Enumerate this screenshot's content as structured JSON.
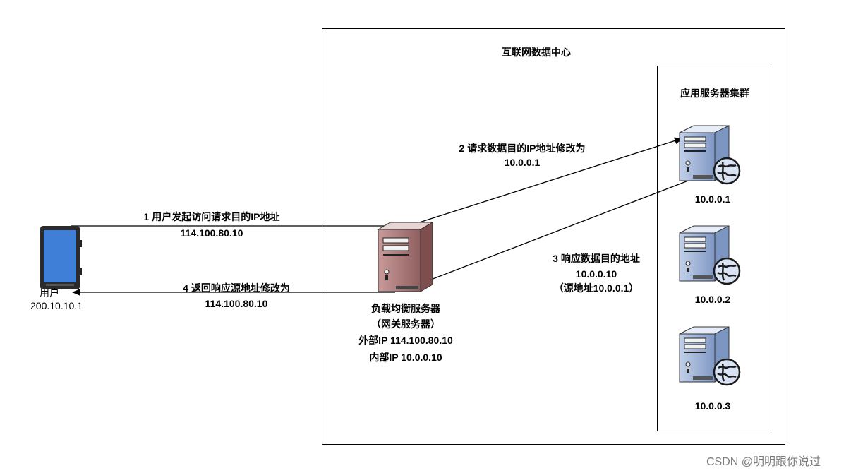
{
  "datacenter": {
    "title": "互联网数据中心"
  },
  "cluster": {
    "title": "应用服务器集群"
  },
  "user": {
    "name": "用户",
    "ip": "200.10.10.1"
  },
  "load_balancer": {
    "line1": "负载均衡服务器",
    "line2": "（网关服务器）",
    "line3": "外部IP 114.100.80.10",
    "line4": "内部IP 10.0.0.10"
  },
  "servers": [
    {
      "ip": "10.0.0.1"
    },
    {
      "ip": "10.0.0.2"
    },
    {
      "ip": "10.0.0.3"
    }
  ],
  "steps": {
    "step1": {
      "line1": "1 用户发起访问请求目的IP地址",
      "line2": "114.100.80.10"
    },
    "step2": {
      "line1": "2 请求数据目的IP地址修改为",
      "line2": "10.0.0.1"
    },
    "step3": {
      "line1": "3 响应数据目的地址",
      "line2": "10.0.0.10",
      "line3": "（源地址10.0.0.1）"
    },
    "step4": {
      "line1": "4 返回响应源地址修改为",
      "line2": "114.100.80.10"
    }
  },
  "watermark": "CSDN @明明跟你说过",
  "colors": {
    "lb_body": "#b07a7a",
    "server_body": "#9eb3d6",
    "tablet_screen": "#3f7fd8"
  }
}
